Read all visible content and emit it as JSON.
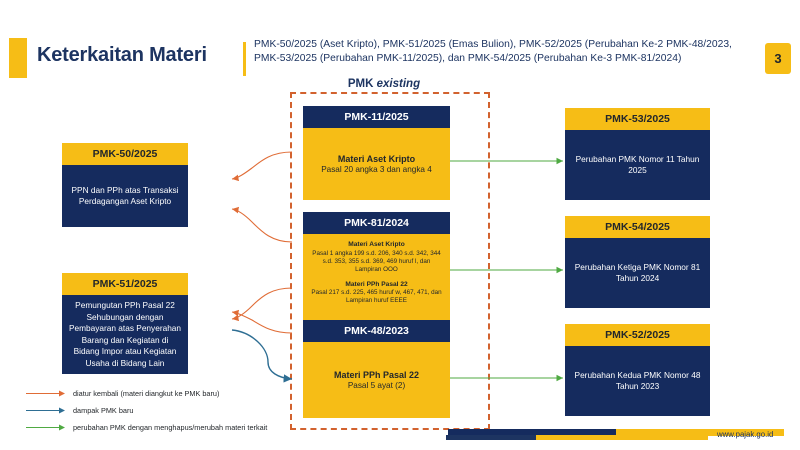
{
  "header": {
    "title": "Keterkaitan Materi",
    "subtitle": "PMK-50/2025 (Aset Kripto), PMK-51/2025 (Emas Bulion), PMK-52/2025 (Perubahan Ke-2 PMK-48/2023, PMK-53/2025 (Perubahan PMK-11/2025), dan PMK-54/2025 (Perubahan Ke-3 PMK-81/2024)",
    "page_number": "3"
  },
  "group": {
    "label_prefix": "PMK ",
    "label_emphasis": "existing"
  },
  "left_column": [
    {
      "code": "PMK-50/2025",
      "body": "PPN dan PPh atas Transaksi Perdagangan Aset Kripto"
    },
    {
      "code": "PMK-51/2025",
      "body": "Pemungutan PPh Pasal 22 Sehubungan dengan Pembayaran atas Penyerahan Barang dan Kegiatan di Bidang Impor atau Kegiatan Usaha di Bidang Lain"
    }
  ],
  "center_column": [
    {
      "code": "PMK-11/2025",
      "sections": [
        {
          "title": "Materi Aset Kripto",
          "detail": "Pasal 20 angka 3 dan angka 4",
          "size": "large"
        }
      ]
    },
    {
      "code": "PMK-81/2024",
      "sections": [
        {
          "title": "Materi Aset Kripto",
          "detail": "Pasal 1 angka 199 s.d. 206, 340 s.d. 342, 344 s.d. 353, 355 s.d. 369, 469 huruf l, dan Lampiran OOO",
          "size": "small"
        },
        {
          "title": "Materi PPh Pasal 22",
          "detail": "Pasal 217 s.d. 225, 465 huruf w, 467, 471, dan Lampiran huruf EEEE",
          "size": "small"
        }
      ]
    },
    {
      "code": "PMK-48/2023",
      "sections": [
        {
          "title": "Materi PPh Pasal 22",
          "detail": "Pasal 5 ayat (2)",
          "size": "large"
        }
      ]
    }
  ],
  "right_column": [
    {
      "code": "PMK-53/2025",
      "body": "Perubahan PMK Nomor 11 Tahun 2025"
    },
    {
      "code": "PMK-54/2025",
      "body": "Perubahan Ketiga PMK Nomor 81 Tahun 2024"
    },
    {
      "code": "PMK-52/2025",
      "body": "Perubahan Kedua PMK Nomor 48 Tahun 2023"
    }
  ],
  "legend": [
    {
      "color": "#e06c36",
      "text": "diatur kembali (materi diangkut ke PMK baru)"
    },
    {
      "color": "#2e6e93",
      "text": "dampak PMK baru"
    },
    {
      "color": "#4faa42",
      "text": "perubahan PMK dengan menghapus/merubah materi terkait"
    }
  ],
  "footer": {
    "url": "www.pajak.go.id"
  },
  "colors": {
    "navy": "#152b5e",
    "yellow": "#f6bd16",
    "title_navy": "#1d3461",
    "dashed_orange": "#d2622e",
    "arrow_orange": "#e06c36",
    "arrow_blue": "#2e6e93",
    "arrow_green": "#4faa42"
  }
}
